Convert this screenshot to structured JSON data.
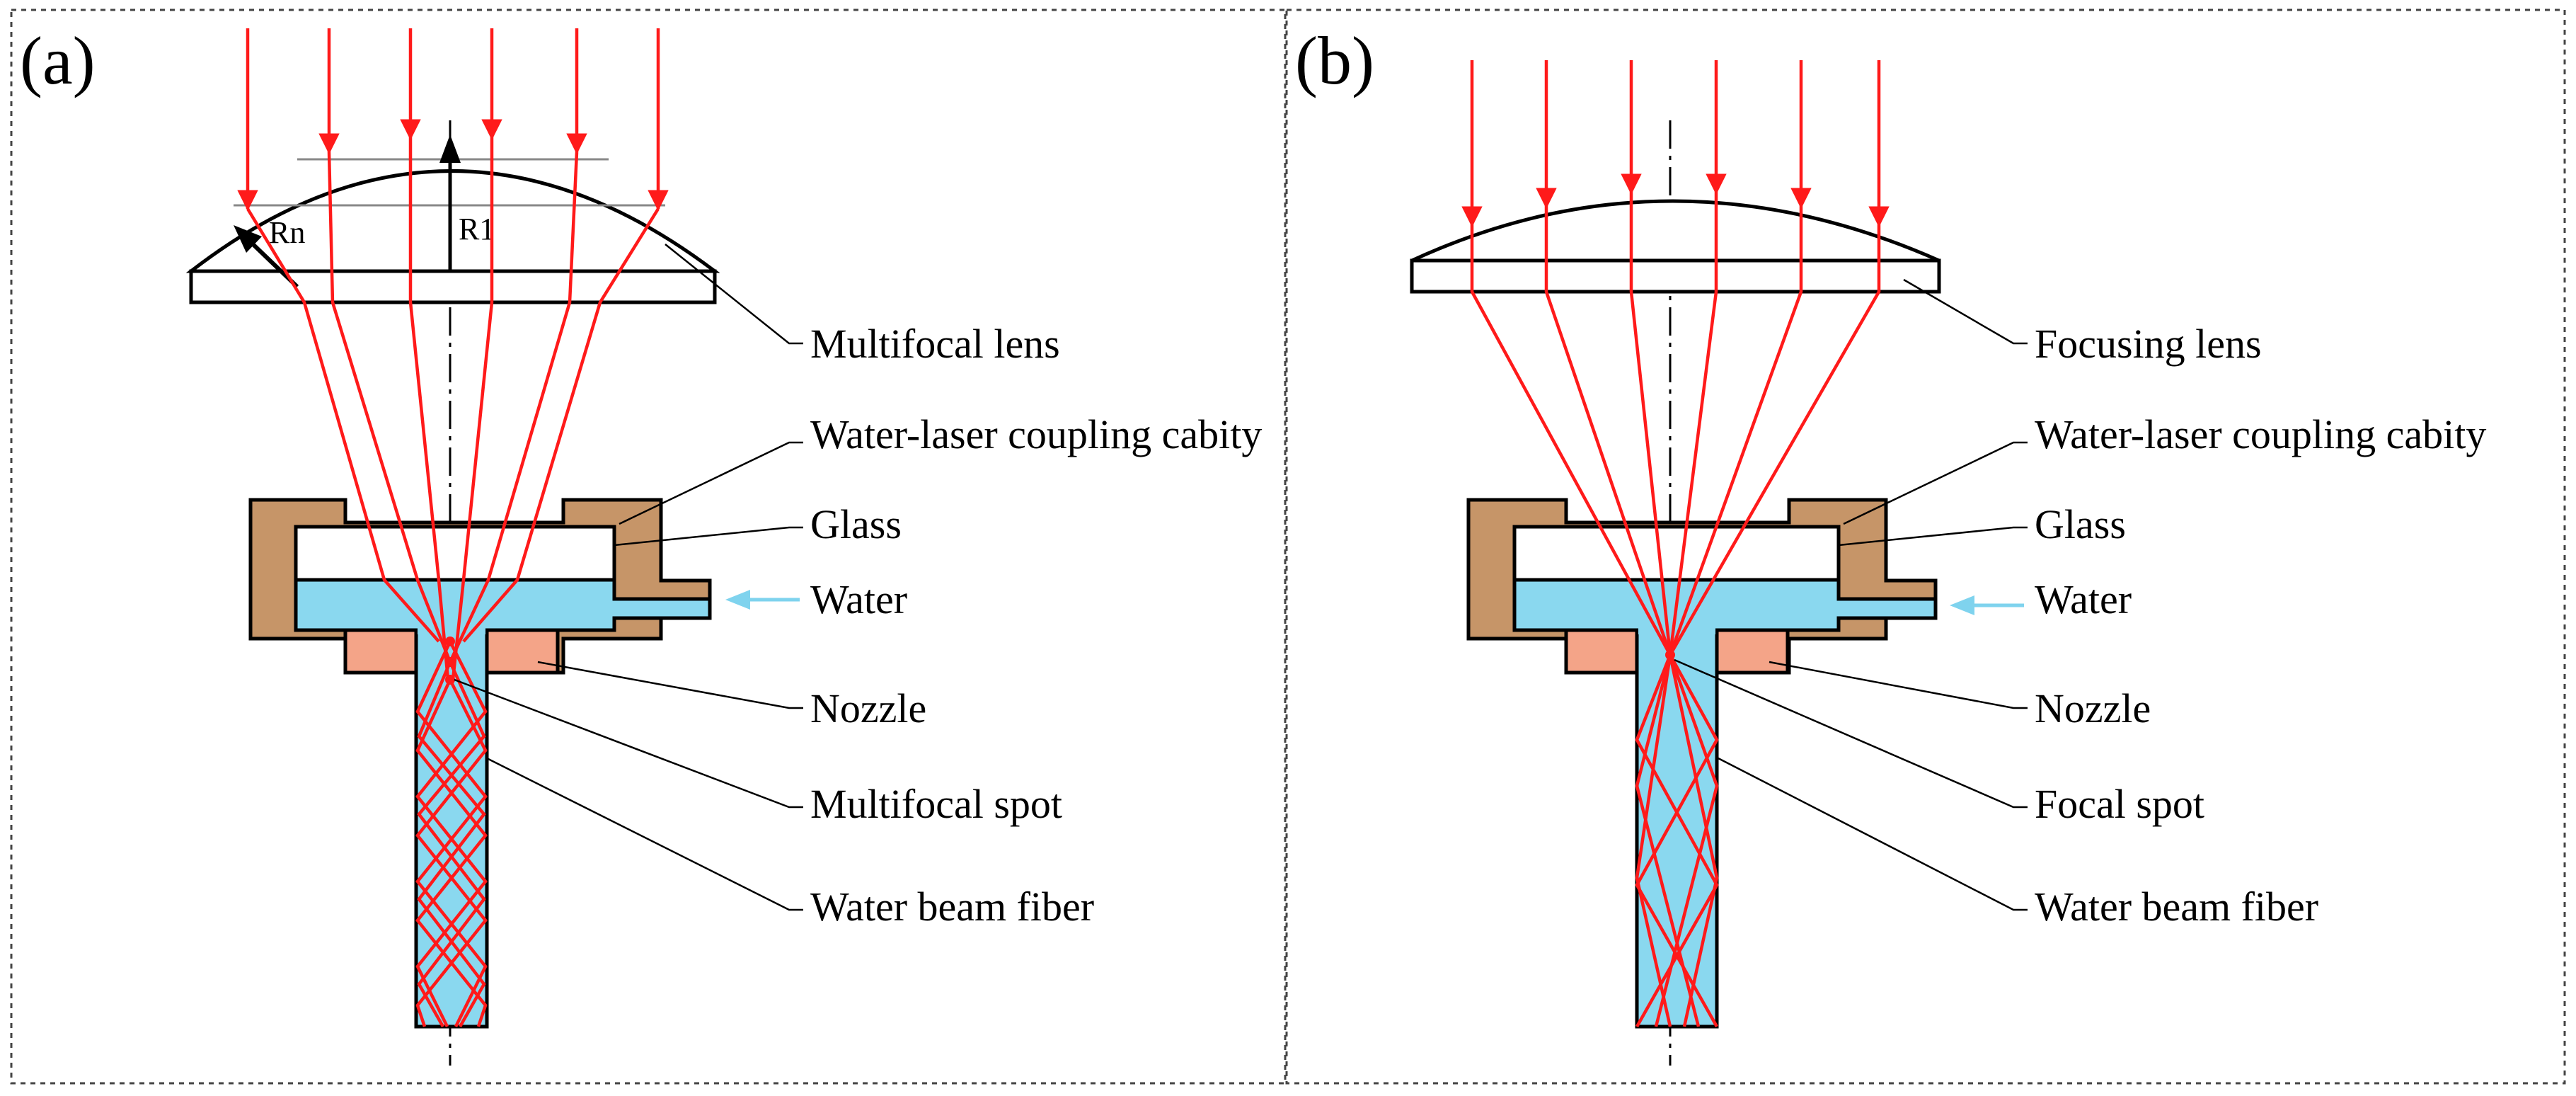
{
  "panels": [
    {
      "label": "(a)",
      "callouts": {
        "lens": "Multifocal lens",
        "cavity": "Water-laser coupling cabity",
        "glass": "Glass",
        "water": "Water",
        "nozzle": "Nozzle",
        "spot": "Multifocal spot",
        "fiber": "Water beam fiber"
      },
      "radius_labels": {
        "outer": "Rn",
        "center": "R1"
      }
    },
    {
      "label": "(b)",
      "callouts": {
        "lens": "Focusing lens",
        "cavity": "Water-laser coupling cabity",
        "glass": "Glass",
        "water": "Water",
        "nozzle": "Nozzle",
        "spot": "Focal spot",
        "fiber": "Water beam fiber"
      }
    }
  ],
  "colors": {
    "laser": "#ff1a1a",
    "water": "#8ad8ef",
    "housing": "#c69568",
    "nozzle": "#f4a488",
    "water_arrow": "#7fd3ee"
  }
}
